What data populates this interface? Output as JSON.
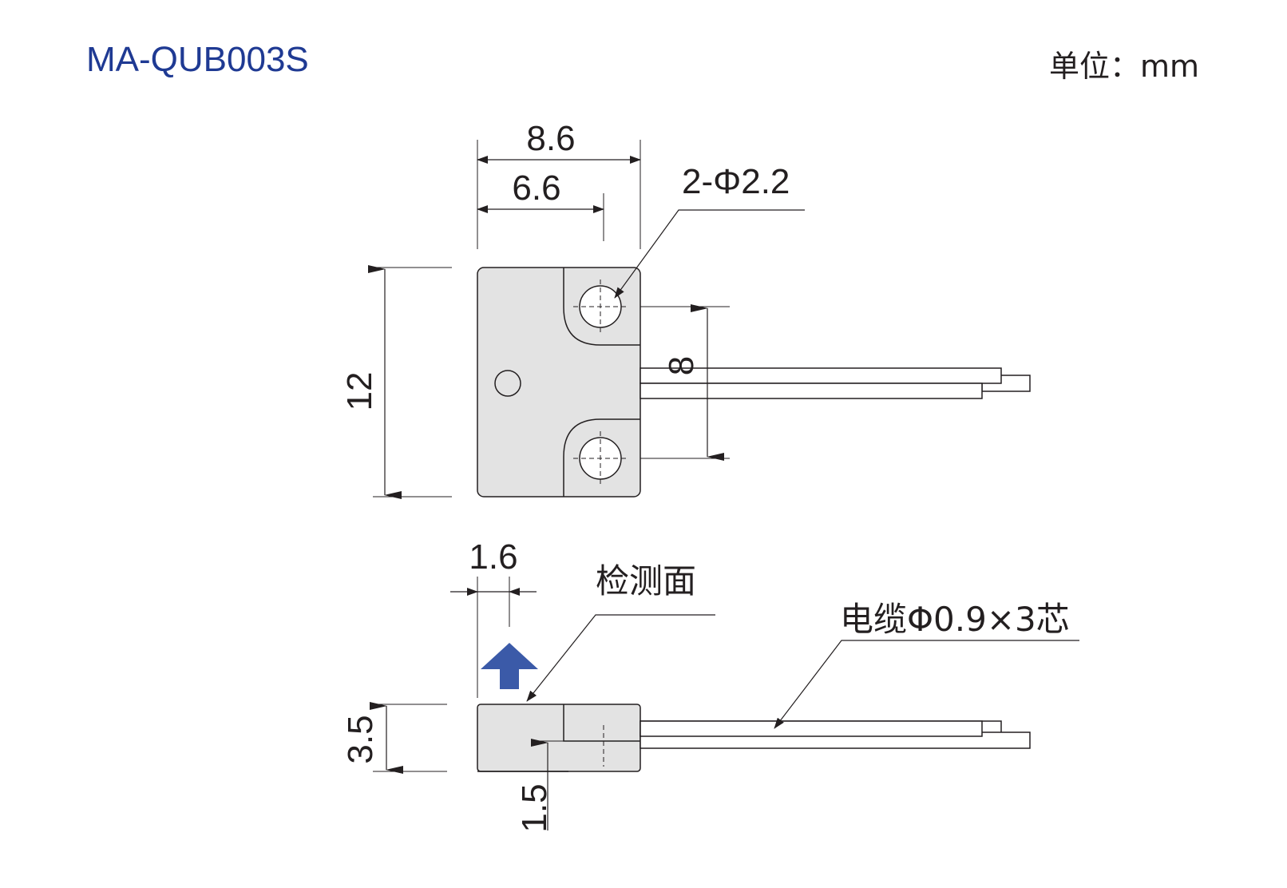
{
  "header": {
    "model": "MA-QUB003S",
    "unit_label": "单位：mm"
  },
  "top_view": {
    "width_total": "8.6",
    "width_inner": "6.6",
    "hole_callout": "2-Φ2.2",
    "height": "12",
    "hole_spacing": "8"
  },
  "side_view": {
    "thickness_offset": "1.6",
    "sensing_face_label": "检测面",
    "cable_label": "电缆Φ0.9×3芯",
    "height": "3.5",
    "step_height": "1.5"
  },
  "colors": {
    "title_blue": "#1f3a93",
    "body_fill": "#e3e3e3",
    "arrow_blue": "#3b5aa8",
    "line": "#231f20"
  }
}
